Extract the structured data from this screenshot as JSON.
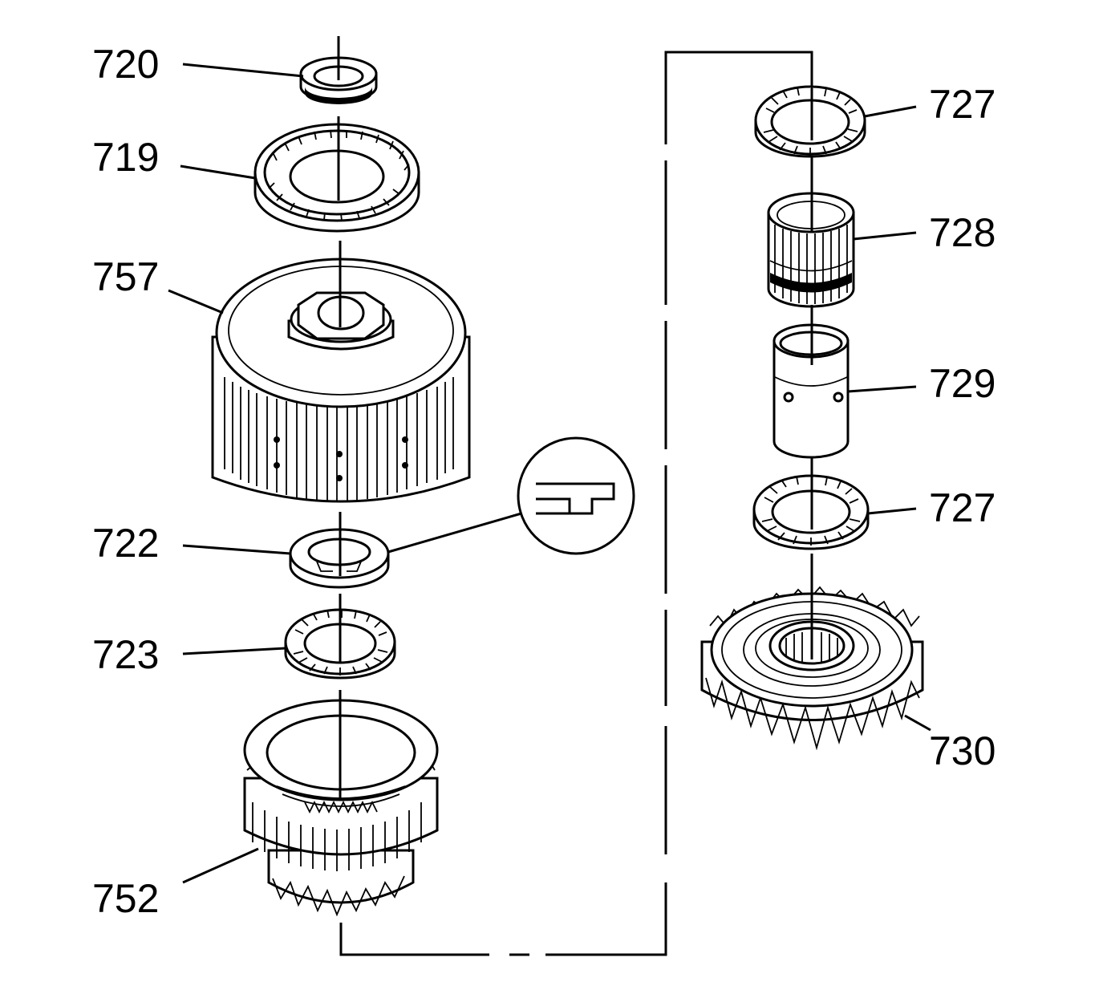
{
  "diagram": {
    "callouts": [
      {
        "id": "720",
        "text": "720"
      },
      {
        "id": "719",
        "text": "719"
      },
      {
        "id": "757",
        "text": "757"
      },
      {
        "id": "722",
        "text": "722"
      },
      {
        "id": "723",
        "text": "723"
      },
      {
        "id": "752",
        "text": "752"
      },
      {
        "id": "727a",
        "text": "727"
      },
      {
        "id": "728",
        "text": "728"
      },
      {
        "id": "729",
        "text": "729"
      },
      {
        "id": "727b",
        "text": "727"
      },
      {
        "id": "730",
        "text": "730"
      }
    ],
    "detail_inset": "washer tab profile"
  }
}
